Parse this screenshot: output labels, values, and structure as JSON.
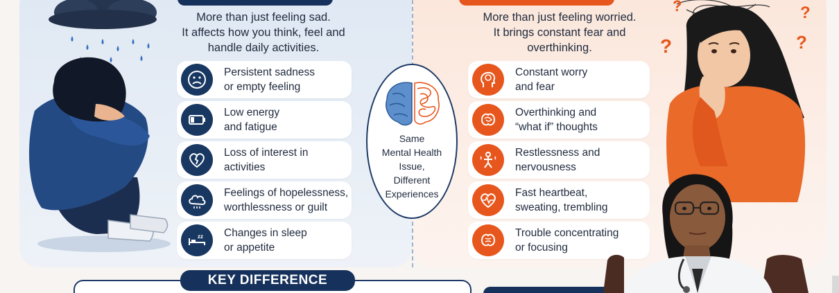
{
  "left": {
    "intro_lines": [
      "More than just feeling sad.",
      "It affects how you think, feel and",
      "handle daily activities."
    ],
    "symptoms": [
      {
        "icon": "sad-face-icon",
        "lines": [
          "Persistent sadness",
          "or empty feeling"
        ]
      },
      {
        "icon": "low-battery-icon",
        "lines": [
          "Low energy",
          "and fatigue"
        ]
      },
      {
        "icon": "broken-heart-icon",
        "lines": [
          "Loss of interest in",
          "activities"
        ]
      },
      {
        "icon": "cloud-brain-icon",
        "lines": [
          "Feelings of hopelessness,",
          "worthlessness or guilt"
        ]
      },
      {
        "icon": "sleep-bed-icon",
        "lines": [
          "Changes in sleep",
          "or appetite"
        ]
      }
    ]
  },
  "right": {
    "intro_lines": [
      "More than just feeling worried.",
      "It brings constant fear and",
      "overthinking."
    ],
    "symptoms": [
      {
        "icon": "worried-head-icon",
        "lines": [
          "Constant worry",
          "and fear"
        ]
      },
      {
        "icon": "tangled-brain-icon",
        "lines": [
          "Overthinking and",
          "“what if” thoughts"
        ]
      },
      {
        "icon": "restless-people-icon",
        "lines": [
          "Restlessness and",
          "nervousness"
        ]
      },
      {
        "icon": "heartbeat-icon",
        "lines": [
          "Fast heartbeat,",
          "sweating, trembling"
        ]
      },
      {
        "icon": "unfocused-brain-icon",
        "lines": [
          "Trouble concentrating",
          "or focusing"
        ]
      }
    ]
  },
  "center": {
    "lines": [
      "Same",
      "Mental Health",
      "Issue,",
      "Different",
      "Experiences"
    ]
  },
  "key_difference": {
    "label": "KEY DIFFERENCE"
  },
  "colors": {
    "navy": "#16325c",
    "orange": "#e7571d",
    "left_bg": "#e3ebf5",
    "right_bg": "#fcebe1"
  }
}
